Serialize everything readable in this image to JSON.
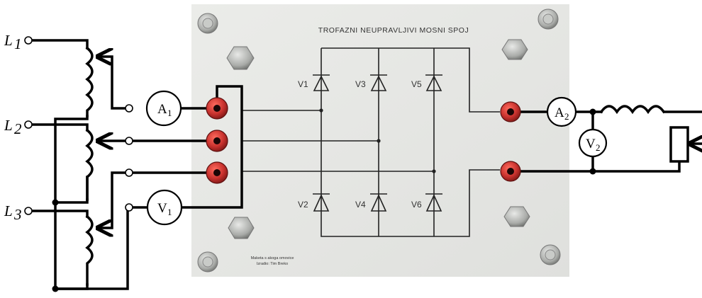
{
  "panel": {
    "title": "TROFAZNI NEUPRAVLJIVI MOSNI SPOJ",
    "caption_line1": "Maketa s akoga omovice",
    "caption_line2": "Izradio: Tim Breko"
  },
  "phases": {
    "l1": {
      "letter": "L",
      "sub": "1"
    },
    "l2": {
      "letter": "L",
      "sub": "2"
    },
    "l3": {
      "letter": "L",
      "sub": "3"
    }
  },
  "meters": {
    "a1": {
      "letter": "A",
      "sub": "1"
    },
    "v1": {
      "letter": "V",
      "sub": "1"
    },
    "a2": {
      "letter": "A",
      "sub": "2"
    },
    "v2": {
      "letter": "V",
      "sub": "2"
    }
  },
  "diodes": {
    "v1": "V1",
    "v2": "V2",
    "v3": "V3",
    "v4": "V4",
    "v5": "V5",
    "v6": "V6"
  },
  "colors": {
    "panel": "#e6e7e4",
    "terminal_red": "#c8322e",
    "bolt": "#b8bab7",
    "wire": "#000000"
  }
}
